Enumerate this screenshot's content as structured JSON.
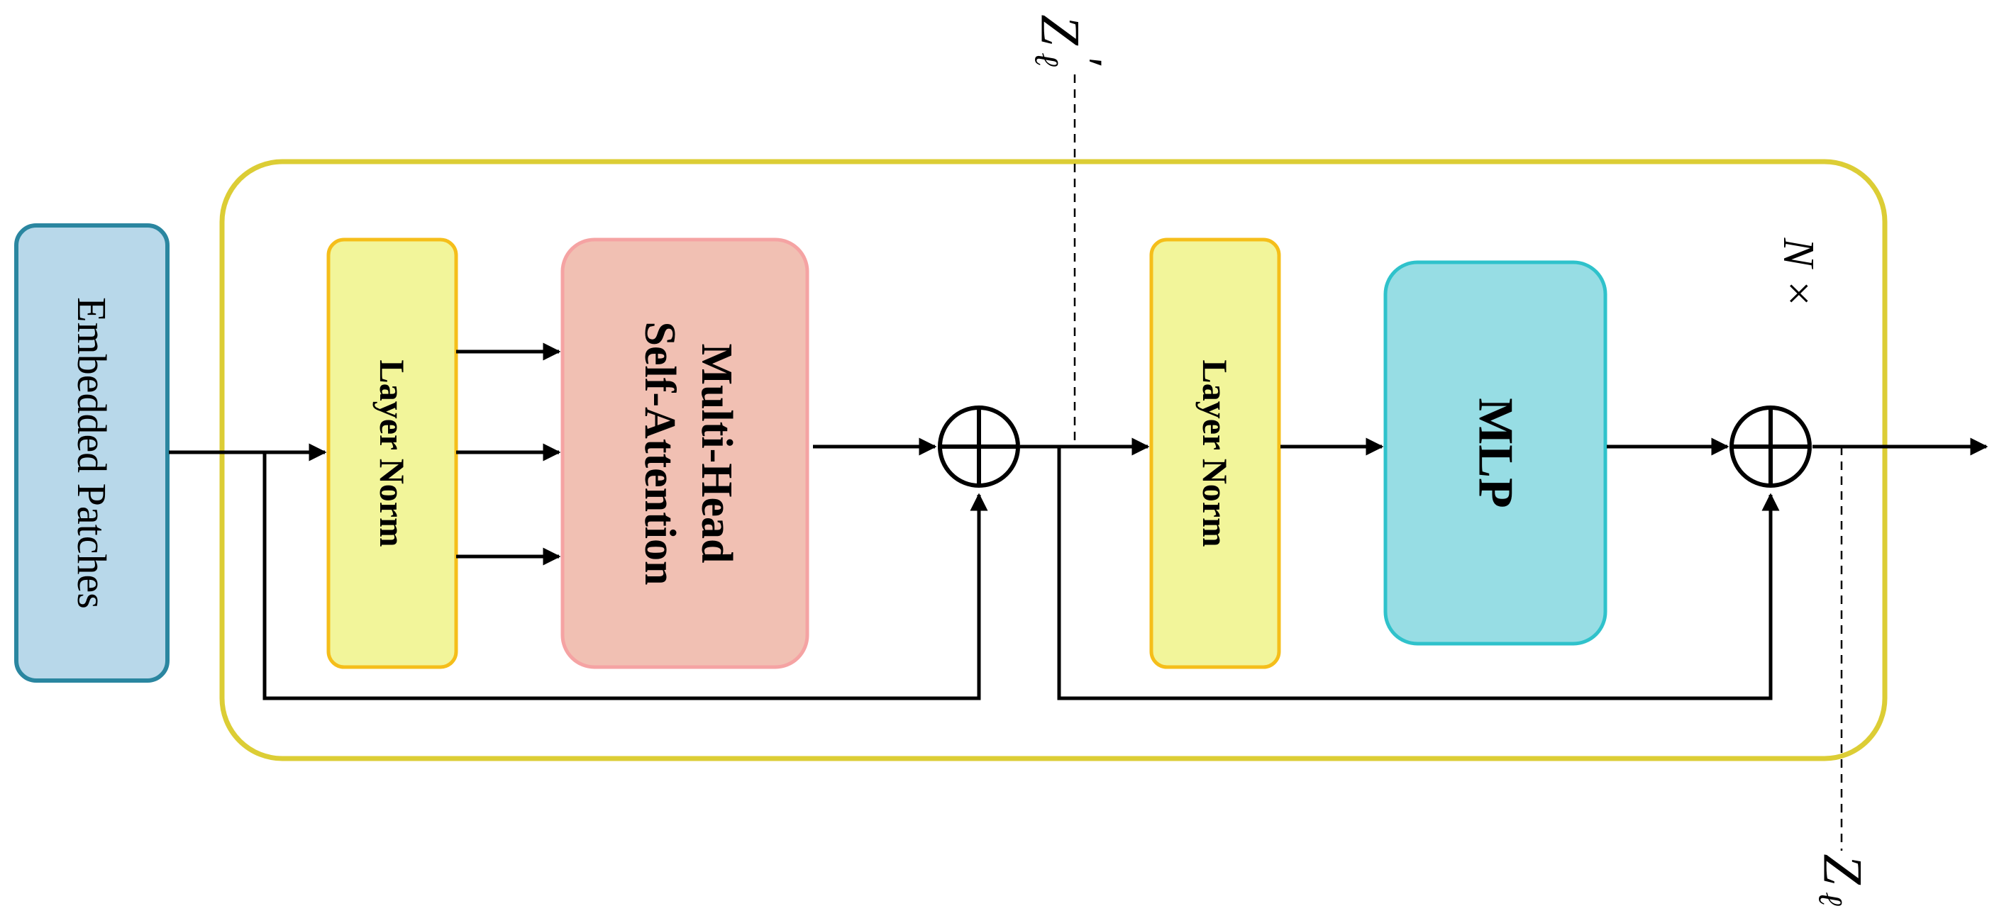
{
  "diagram": {
    "nodes": {
      "embedded_patches": "Embedded Patches",
      "layer_norm_1": "Layer Norm",
      "mhsa_line1": "Multi-Head",
      "mhsa_line2": "Self-Attention",
      "layer_norm_2": "Layer Norm",
      "mlp": "MLP"
    },
    "annotations": {
      "repeat": "N ×",
      "z_prime_base": "Z",
      "z_prime_sub": "ℓ",
      "z_prime_mark": "′",
      "z_base": "Z",
      "z_sub": "ℓ"
    },
    "colors": {
      "embedded_fill": "#b8d8ea",
      "embedded_stroke": "#2a86a0",
      "layernorm_fill": "#f2f59a",
      "layernorm_stroke": "#f5be1a",
      "mhsa_fill": "#f1c0b3",
      "mhsa_stroke": "#f5a3a3",
      "mlp_fill": "#97dde4",
      "mlp_stroke": "#2fc2cb",
      "block_stroke": "#dccd35",
      "line": "#000000"
    }
  }
}
